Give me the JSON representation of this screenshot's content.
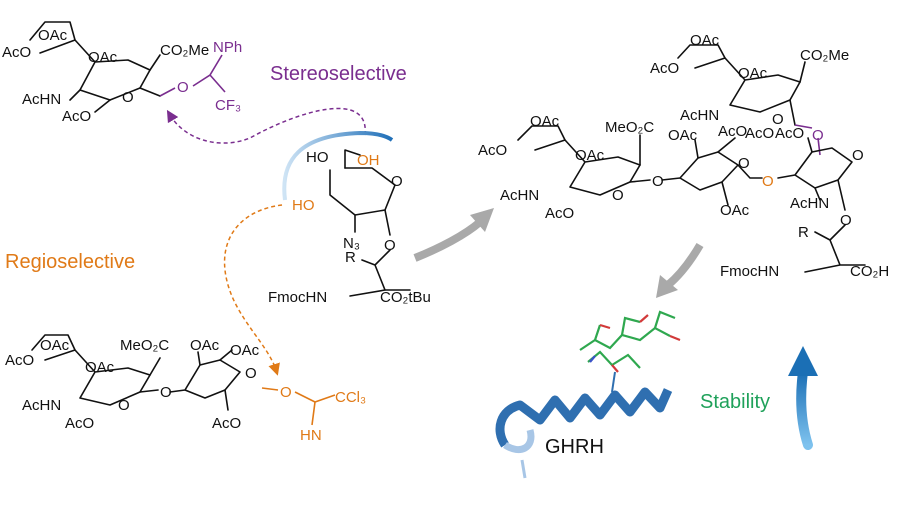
{
  "labels": {
    "stereoselective": "Stereoselective",
    "regioselective": "Regioselective",
    "stability": "Stability",
    "protein": "GHRH"
  },
  "donor_top": {
    "oac1": "OAc",
    "oac2": "OAc",
    "aco1": "AcO",
    "achn": "AcHN",
    "aco2": "AcO",
    "co2me": "CO₂Me",
    "o_ring": "O",
    "o_link": "O",
    "nph": "NPh",
    "cf3": "CF₃"
  },
  "acceptor": {
    "ho1": "HO",
    "oh": "OH",
    "ho2": "HO",
    "n3": "N₃",
    "o_ring": "O",
    "o_link": "O",
    "r": "R",
    "fmochn": "FmocHN",
    "co2tbu": "CO₂tBu"
  },
  "donor_bottom": {
    "oac1": "OAc",
    "oac2": "OAc",
    "aco1": "AcO",
    "achn": "AcHN",
    "aco2": "AcO",
    "meo2c": "MeO₂C",
    "o_ring1": "O",
    "o_gly": "O",
    "oac3": "OAc",
    "oac4": "OAc",
    "o_ring2": "O",
    "aco3": "AcO",
    "o_an": "O",
    "ccl3": "CCl₃",
    "hn": "HN"
  },
  "product": {
    "aco1": "AcO",
    "oac1": "OAc",
    "oac2": "OAc",
    "achn1": "AcHN",
    "aco2": "AcO",
    "co2me": "CO₂Me",
    "o1": "O",
    "aco3": "AcO",
    "oac3": "OAc",
    "oac4": "OAc",
    "achn2": "AcHN",
    "aco4": "AcO",
    "meo2c": "MeO₂C",
    "o2": "O",
    "o3": "O",
    "oac5": "OAc",
    "aco5": "AcO",
    "oac6": "OAc",
    "o4": "O",
    "o5": "O",
    "aco6": "AcO",
    "o6": "O",
    "o7": "O",
    "achn3": "AcHN",
    "o8": "O",
    "r": "R",
    "fmochn": "FmocHN",
    "co2h": "CO₂H"
  },
  "colors": {
    "purple": "#7a2e8f",
    "orange": "#e07a17",
    "green": "#1fa15a",
    "blue": "#2b87c9",
    "arrow_gray": "#a9a9a9",
    "helix": "#2f6fb0"
  }
}
